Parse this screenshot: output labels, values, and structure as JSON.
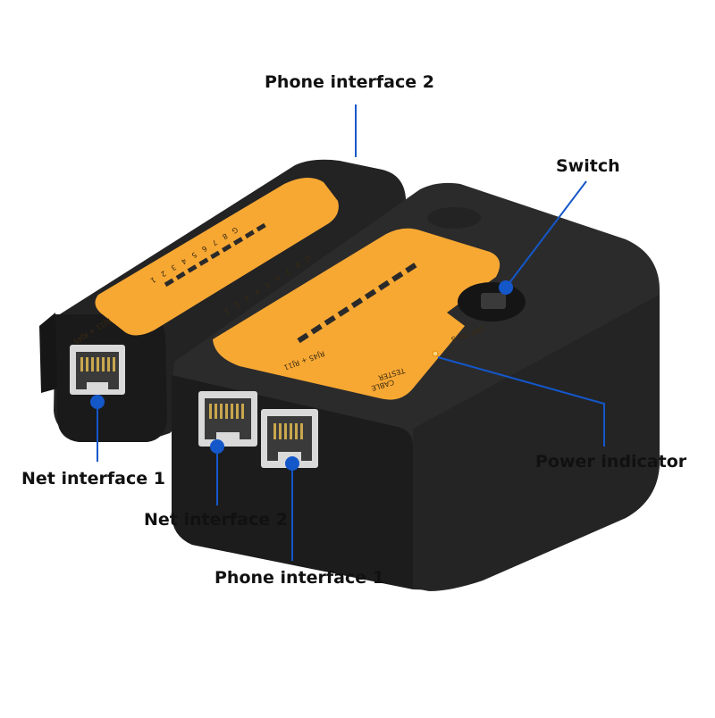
{
  "colors": {
    "body_dark": "#1f1f20",
    "body_mid": "#2b2b2c",
    "panel_orange": "#f7a833",
    "callout_blue": "#1457c9",
    "port_silver": "#d9d9d9"
  },
  "device_text": {
    "brand_line1": "CABLE",
    "brand_line2": "TESTER",
    "connector_label_main": "RJ45 + RJ11",
    "connector_label_remote": "RJ11 + RJ45",
    "switch_marking": "OFF ON S",
    "led_numbers": [
      "1",
      "2",
      "3",
      "4",
      "5",
      "6",
      "7",
      "8",
      "G"
    ]
  },
  "callouts": [
    {
      "id": "phone-interface-2",
      "label": "Phone interface 2"
    },
    {
      "id": "switch",
      "label": "Switch"
    },
    {
      "id": "power-indicator",
      "label": "Power indicator"
    },
    {
      "id": "net-interface-1",
      "label": "Net interface 1"
    },
    {
      "id": "net-interface-2",
      "label": "Net interface 2"
    },
    {
      "id": "phone-interface-1",
      "label": "Phone interface 1"
    }
  ]
}
